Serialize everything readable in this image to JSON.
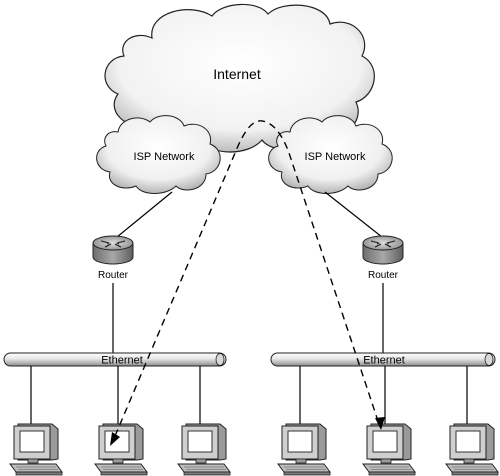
{
  "internet_cloud": {
    "label": "Internet"
  },
  "isp_clouds": [
    {
      "label": "ISP Network"
    },
    {
      "label": "ISP Network"
    }
  ],
  "routers": [
    {
      "label": "Router"
    },
    {
      "label": "Router"
    }
  ],
  "ethernet_segments": [
    {
      "label": "Ethernet"
    },
    {
      "label": "Ethernet"
    }
  ],
  "colors": {
    "cloud_fill": "#ffffff",
    "cloud_shade": "#bdbdbd",
    "router_body": "#8a8a8a",
    "router_top": "#c8c8c8",
    "pc_body": "#d0d0d0",
    "pc_screen": "#ffffff",
    "line": "#000000"
  },
  "icons": [
    "cloud-icon",
    "router-icon",
    "workstation-icon"
  ]
}
